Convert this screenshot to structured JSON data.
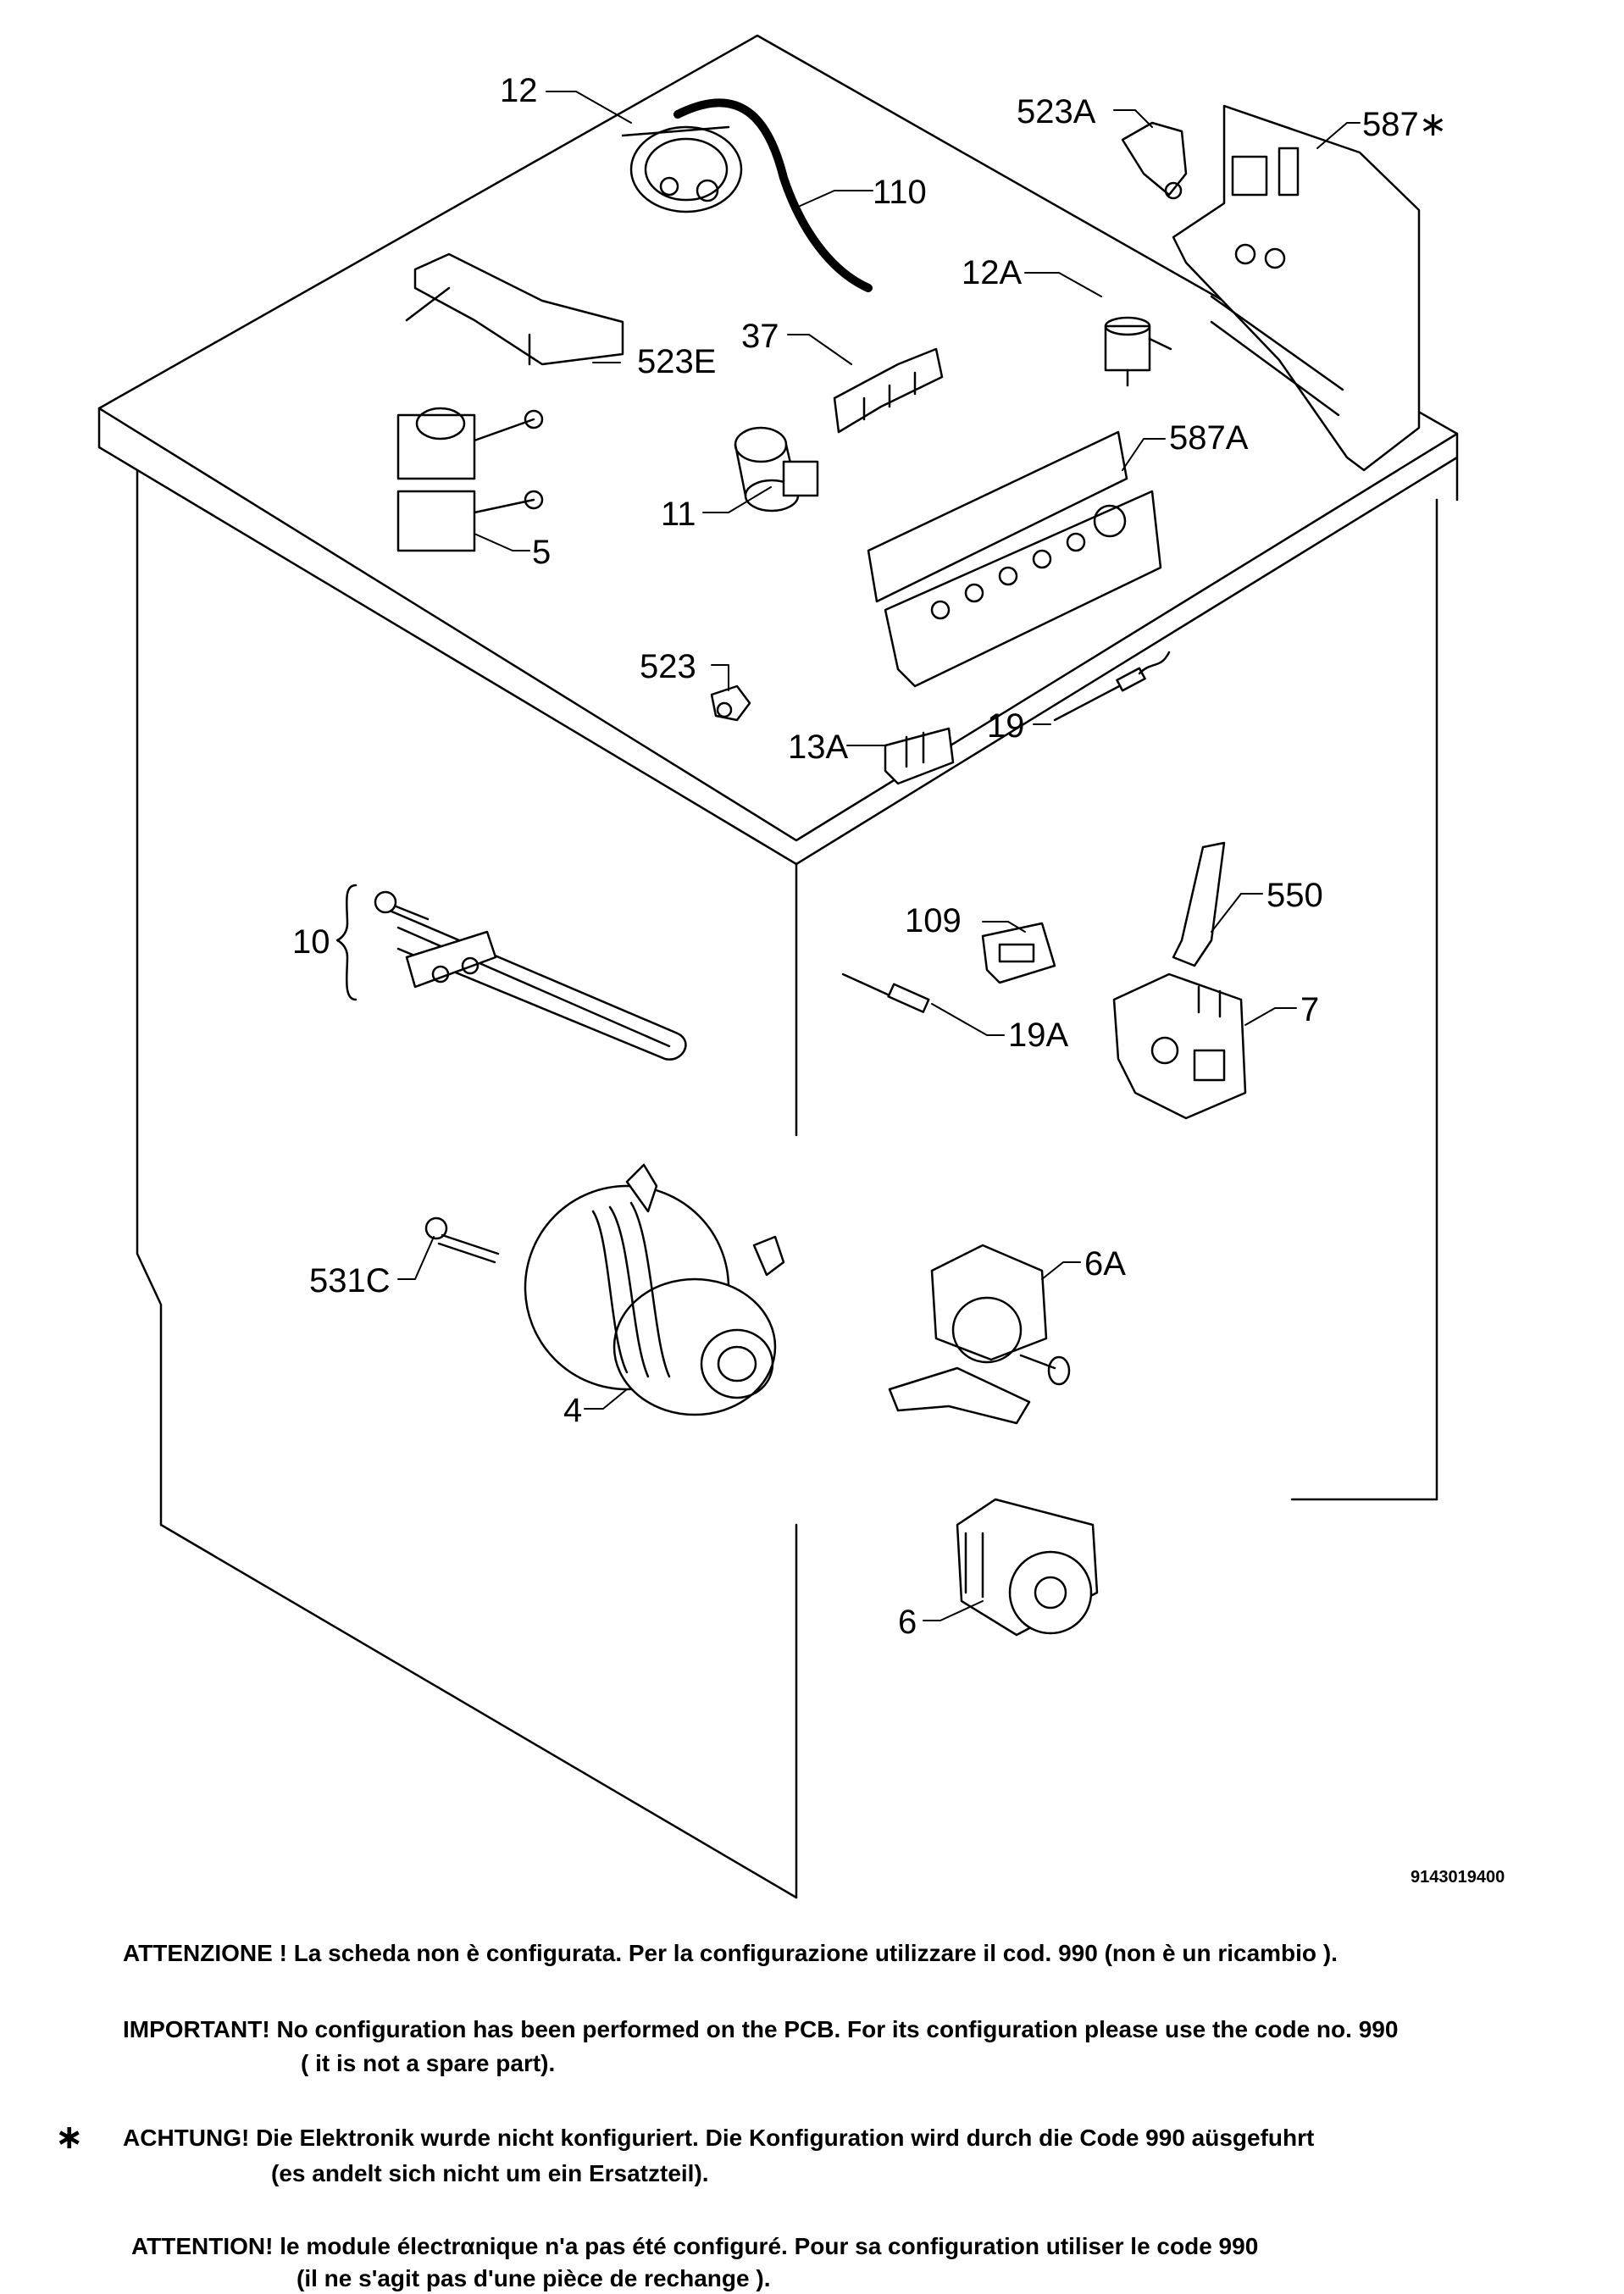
{
  "drawing_number": "9143019400",
  "part_labels": {
    "p12": "12",
    "p110": "110",
    "p523e": "523E",
    "p37": "37",
    "p12a": "12A",
    "p523a": "523A",
    "p587": "587∗",
    "p587a": "587A",
    "p11": "11",
    "p5": "5",
    "p523": "523",
    "p19": "19",
    "p13a": "13A",
    "p10": "10",
    "p109": "109",
    "p550": "550",
    "p19a": "19A",
    "p7": "7",
    "p531c": "531C",
    "p6a": "6A",
    "p4": "4",
    "p6": "6"
  },
  "notes": {
    "marker": "∗",
    "it": "ATTENZIONE ! La scheda non è configurata. Per la configurazione utilizzare il cod. 990 (non è un ricambio ).",
    "en_line1": "IMPORTANT! No configuration has been performed on the PCB. For its configuration please use the code no. 990",
    "en_line2": "( it is not a spare part).",
    "de_line1": "ACHTUNG! Die Elektronik wurde nicht konfiguriert. Die Konfiguration wird durch die Code 990 aüsgefuhrt",
    "de_line2": "(es andelt sich nicht um ein Ersatzteil).",
    "fr_line1": "ATTENTION! le module électrαnique n'a pas été configuré. Pour  sa configuration utiliser le code 990",
    "fr_line2": "(il ne s'agit pas d'une pièce de rechange )."
  }
}
